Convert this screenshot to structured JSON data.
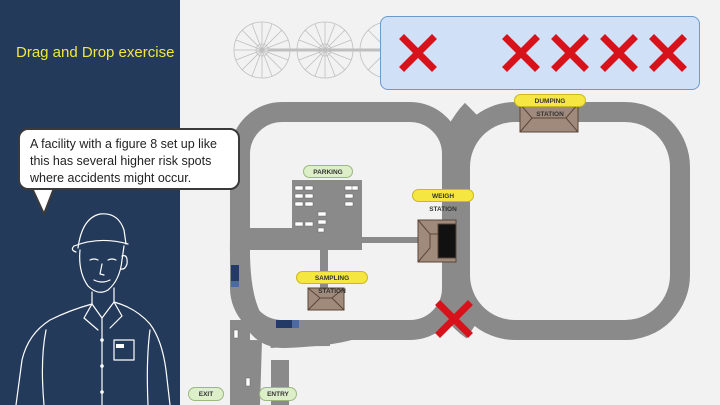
{
  "exercise": {
    "title": "Drag and Drop exercise"
  },
  "speech": {
    "text": "A facility with a figure 8 set up like this has several higher risk spots where accidents might occur."
  },
  "map": {
    "labels": {
      "dumping_station": "DUMPING STATION",
      "parking": "PARKING",
      "weigh_station": "WEIGH STATION",
      "sampling_station": "SAMPLING STATION",
      "exit": "EXIT",
      "entry": "ENTRY"
    }
  },
  "markers": {
    "available_count": 5,
    "placed_count": 1
  },
  "colors": {
    "panel": "#243a5a",
    "title": "#f2e640",
    "road": "#8a8a8a",
    "drop_zone": "#cfe0f7",
    "marker": "#d8121b",
    "yellow_tag": "#f5e642",
    "green_tag": "#dcefc8"
  },
  "icons": [
    "x-marker-icon",
    "sprinkler-icon",
    "truck-icon",
    "building-roof-icon",
    "instructor-avatar"
  ]
}
